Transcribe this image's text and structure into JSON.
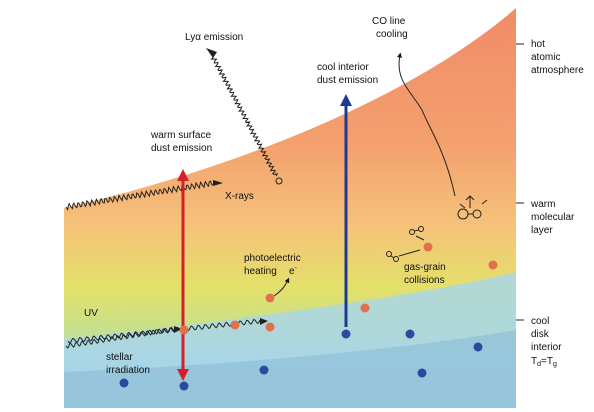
{
  "colors": {
    "hot_top": "#f08a68",
    "hot_mid": "#f4a06e",
    "warm": "#f5c27a",
    "yellow": "#e4e06a",
    "green": "#c8e08a",
    "cool": "#a8d6e8",
    "cool_deep": "#86b8d4",
    "warm_arrow": "#d3212c",
    "cool_arrow": "#1f3a93",
    "dust_warm": "#e0714a",
    "dust_cool": "#2a4aa0"
  },
  "layers": {
    "hot": [
      "hot",
      "atomic",
      "atmosphere"
    ],
    "warm": [
      "warm",
      "molecular",
      "layer"
    ],
    "cool": [
      "cool",
      "disk",
      "interior"
    ],
    "temp_eq": {
      "t1": "T",
      "s1": "d",
      "eq": "=T",
      "s2": "g"
    }
  },
  "labels": {
    "lya": "Lyα emission",
    "co": [
      "CO line",
      "cooling"
    ],
    "cool_dust": [
      "cool interior",
      "dust emission"
    ],
    "warm_dust": [
      "warm surface",
      "dust emission"
    ],
    "xrays": "X-rays",
    "photo": [
      "photoelectric",
      "heating"
    ],
    "electron": "e",
    "electron_sup": "-",
    "gas_grain": [
      "gas-grain",
      "collisions"
    ],
    "uv": "UV",
    "stellar": [
      "stellar",
      "irradiation"
    ]
  }
}
